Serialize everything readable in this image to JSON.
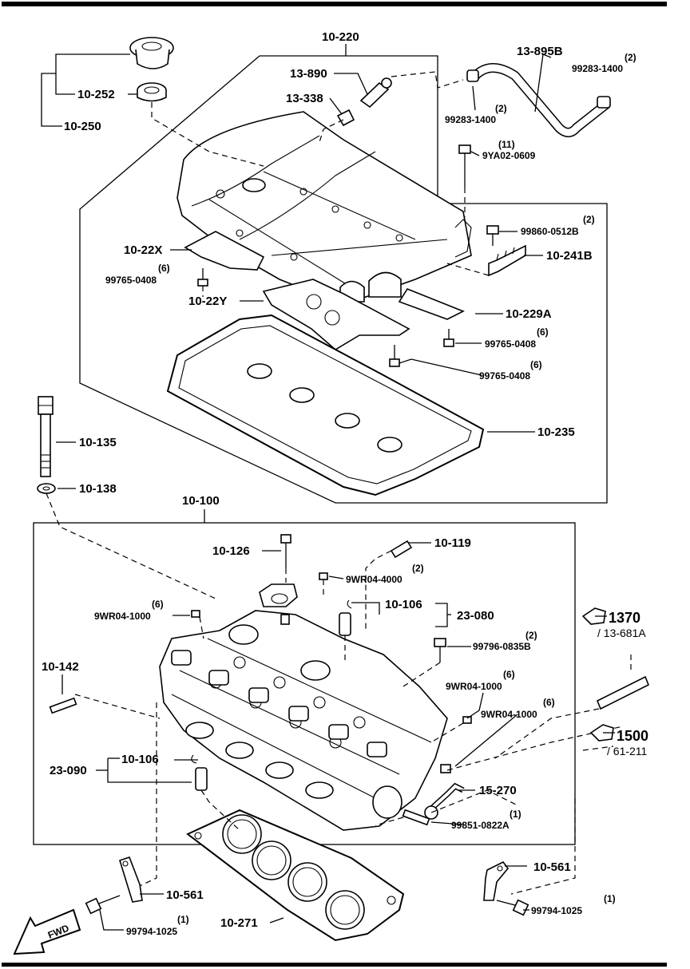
{
  "labels": {
    "p10_220": "10-220",
    "p13_895B": "13-895B",
    "q99283_1400_a": "(2)",
    "p99283_1400_a": "99283-1400",
    "p13_890": "13-890",
    "p13_338": "13-338",
    "q99283_1400_b": "(2)",
    "p99283_1400_b": "99283-1400",
    "p10_252": "10-252",
    "p10_250": "10-250",
    "q9YA02_0609": "(11)",
    "p9YA02_0609": "9YA02-0609",
    "q99860_0512B": "(2)",
    "p99860_0512B": "99860-0512B",
    "p10_22X": "10-22X",
    "p10_241B": "10-241B",
    "q99765_0408_a": "(6)",
    "p99765_0408_a": "99765-0408",
    "p10_22Y": "10-22Y",
    "p10_229A": "10-229A",
    "q99765_0408_b": "(6)",
    "p99765_0408_b": "99765-0408",
    "q99765_0408_c": "(6)",
    "p99765_0408_c": "99765-0408",
    "p10_135": "10-135",
    "p10_235": "10-235",
    "p10_138": "10-138",
    "p10_100": "10-100",
    "p10_126": "10-126",
    "p10_119": "10-119",
    "q9WR04_4000": "(2)",
    "p9WR04_4000": "9WR04-4000",
    "q9WR04_1000_a": "(6)",
    "p9WR04_1000_a": "9WR04-1000",
    "p10_106_a": "10-106",
    "p23_080": "23-080",
    "ref1370": "1370",
    "ref1370_sub": "/ 13-681A",
    "q99796_0835B": "(2)",
    "p99796_0835B": "99796-0835B",
    "p10_142": "10-142",
    "q9WR04_1000_b": "(6)",
    "p9WR04_1000_b": "9WR04-1000",
    "q9WR04_1000_c": "(6)",
    "p9WR04_1000_c": "9WR04-1000",
    "ref1500": "1500",
    "ref1500_sub": "/ 61-211",
    "p23_090": "23-090",
    "p10_106_b": "10-106",
    "p15_270": "15-270",
    "q99851_0822A": "(1)",
    "p99851_0822A": "99851-0822A",
    "p10_561_a": "10-561",
    "p10_561_b": "10-561",
    "q99794_1025_a": "(1)",
    "p99794_1025_a": "99794-1025",
    "p10_271": "10-271",
    "q99794_1025_b": "(1)",
    "p99794_1025_b": "99794-1025",
    "fwd": "FWD"
  },
  "icons": {
    "reference_pointer": "pointing-hand-icon",
    "direction": "fwd-arrow-icon"
  }
}
